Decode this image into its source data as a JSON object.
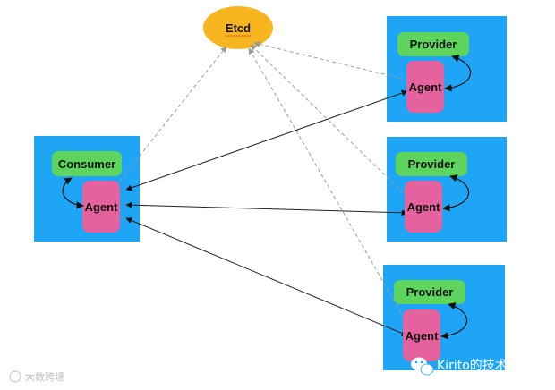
{
  "etcd": {
    "label": "Etcd",
    "color": "#F7B520"
  },
  "consumer": {
    "label": "Consumer",
    "agent_label": "Agent"
  },
  "providers": [
    {
      "label": "Provider",
      "agent_label": "Agent"
    },
    {
      "label": "Provider",
      "agent_label": "Agent"
    },
    {
      "label": "Provider",
      "agent_label": "Agent"
    }
  ],
  "colors": {
    "container": "#1EA5F5",
    "service": "#5DD45C",
    "agent": "#E5629E"
  },
  "watermark": {
    "left_text": "大数跨境"
  },
  "brand": {
    "label": "Kirito的技术分享"
  }
}
